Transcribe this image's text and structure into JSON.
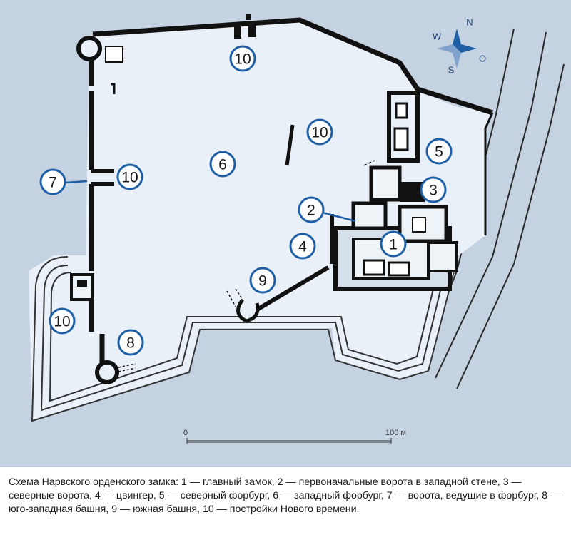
{
  "compass": {
    "n": "N",
    "s": "S",
    "w": "W",
    "e": "O"
  },
  "scale": {
    "start": "0",
    "end": "100 м"
  },
  "markers": [
    {
      "id": "m10a",
      "label": "10"
    },
    {
      "id": "m10b",
      "label": "10"
    },
    {
      "id": "m10c",
      "label": "10"
    },
    {
      "id": "m10d",
      "label": "10"
    },
    {
      "id": "m6",
      "label": "6"
    },
    {
      "id": "m7",
      "label": "7"
    },
    {
      "id": "m5",
      "label": "5"
    },
    {
      "id": "m3",
      "label": "3"
    },
    {
      "id": "m2",
      "label": "2"
    },
    {
      "id": "m1",
      "label": "1"
    },
    {
      "id": "m4",
      "label": "4"
    },
    {
      "id": "m9",
      "label": "9"
    },
    {
      "id": "m8",
      "label": "8"
    }
  ],
  "caption": "Схема Нарвского орденского замка: 1 — главный замок, 2 — первоначальные ворота в западной стене, 3 — северные ворота, 4 — цвингер, 5 — северный форбург, 6 — западный форбург, 7 — ворота, ведущие в форбург, 8 — юго-западная башня, 9 — южная башня, 10 — постройки Нового времени."
}
